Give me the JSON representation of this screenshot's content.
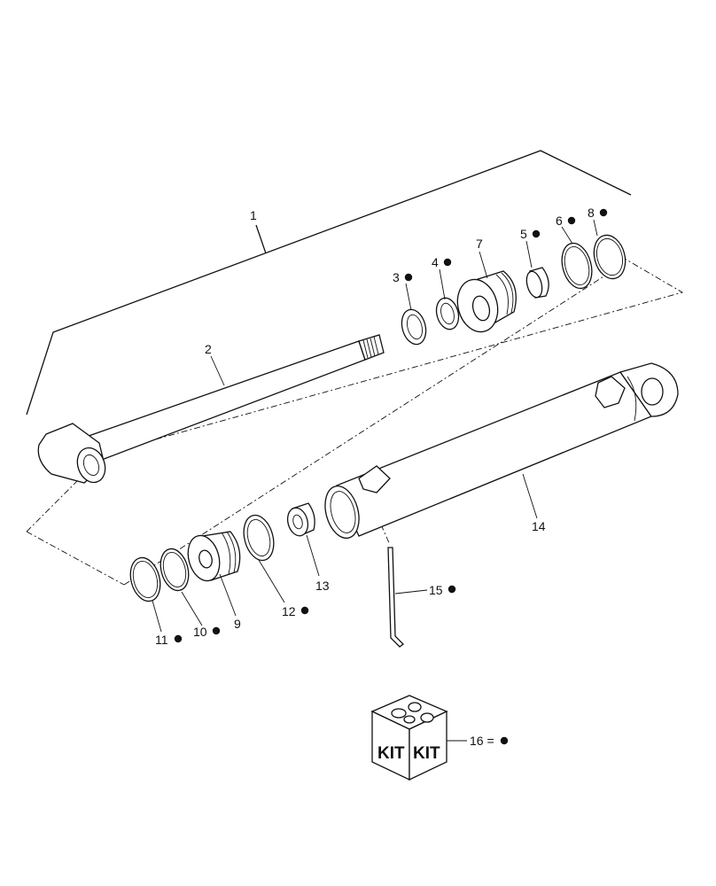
{
  "labels": {
    "l1": "1",
    "l2": "2",
    "l3": "3",
    "l4": "4",
    "l5": "5",
    "l6": "6",
    "l7": "7",
    "l8": "8",
    "l9": "9",
    "l10": "10",
    "l11": "11",
    "l12": "12",
    "l13": "13",
    "l14": "14",
    "l15": "15",
    "l16": "16 ="
  },
  "kit": {
    "text_left": "KIT",
    "text_right": "KIT"
  },
  "dot_color": "#111111",
  "kit_parts_marked": [
    "3",
    "4",
    "5",
    "6",
    "8",
    "10",
    "11",
    "12",
    "15"
  ]
}
